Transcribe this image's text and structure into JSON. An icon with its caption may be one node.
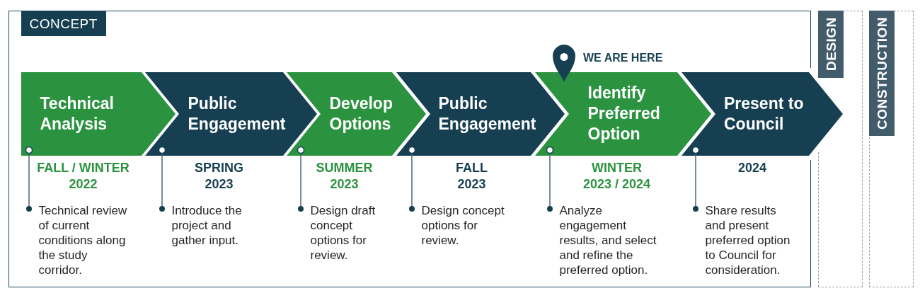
{
  "diagram": {
    "nodes": [
      {
        "text": [
          "CONCEPT"
        ]
      },
      {
        "text": [
          "Technical Analysis"
        ],
        "beside": [
          "FALL / WINTER 2022"
        ],
        "in": 0
      },
      {
        "text": [
          "Public Engagement"
        ],
        "beside": [
          "SPRING 2023"
        ],
        "in": 0
      },
      {
        "text": [
          "Develop Options"
        ],
        "beside": [
          "SUMMER 2023"
        ],
        "in": 0
      },
      {
        "text": [
          "Public Engagement"
        ],
        "beside": [
          "FALL 2023"
        ],
        "in": 0
      },
      {
        "text": [
          "Identify Preferred Option"
        ],
        "beside": [
          "WINTER 2023 / 2024"
        ],
        "in": 0
      },
      {
        "text": [
          "Present to Council"
        ],
        "beside": [
          "2024"
        ]
      },
      {
        "text": [
          "Technical review of current conditions along the study corridor."
        ],
        "in": 0
      },
      {
        "text": [
          "Introduce the project and gather input."
        ],
        "in": 0
      },
      {
        "text": [
          "Design draft concept options for review."
        ],
        "in": 0
      },
      {
        "text": [
          "Design concept options for review."
        ],
        "in": 0
      },
      {
        "text": [
          "Analyze engagement results, and select and refine the preferred option."
        ],
        "in": 0
      },
      {
        "text": [
          "Share results and present preferred option to Council for consideration."
        ],
        "in": 0
      },
      {
        "text": [
          "DESIGN"
        ]
      },
      {
        "text": [
          "CONSTRUCTION"
        ]
      }
    ],
    "edges": [
      {
        "from": 1,
        "to": 7,
        "arrow": "other"
      },
      {
        "from": 2,
        "to": 8,
        "arrow": "other"
      },
      {
        "from": 3,
        "to": 9,
        "arrow": "other"
      },
      {
        "from": 4,
        "to": 10,
        "arrow": "other"
      },
      {
        "from": 5,
        "to": 11,
        "arrow": "other"
      },
      {
        "from": 6,
        "to": 12,
        "arrow": "other"
      }
    ],
    "labels": [
      "WE ARE HERE"
    ]
  }
}
